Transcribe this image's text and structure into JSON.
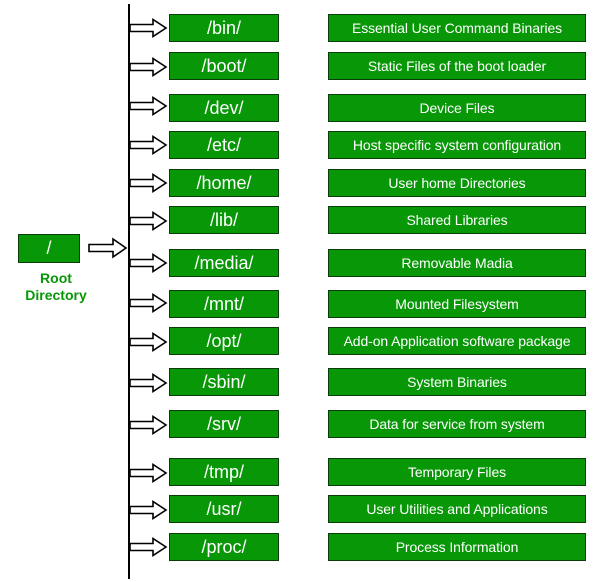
{
  "root": {
    "path": "/",
    "label_line1": "Root",
    "label_line2": "Directory"
  },
  "directories": [
    {
      "path": "/bin/",
      "description": "Essential User Command Binaries"
    },
    {
      "path": "/boot/",
      "description": "Static Files of the boot loader"
    },
    {
      "path": "/dev/",
      "description": "Device Files"
    },
    {
      "path": "/etc/",
      "description": "Host specific system configuration"
    },
    {
      "path": "/home/",
      "description": "User home Directories"
    },
    {
      "path": "/lib/",
      "description": "Shared Libraries"
    },
    {
      "path": "/media/",
      "description": "Removable Madia"
    },
    {
      "path": "/mnt/",
      "description": "Mounted Filesystem"
    },
    {
      "path": "/opt/",
      "description": "Add-on Application software package"
    },
    {
      "path": "/sbin/",
      "description": "System Binaries"
    },
    {
      "path": "/srv/",
      "description": "Data for service from system"
    },
    {
      "path": "/tmp/",
      "description": "Temporary Files"
    },
    {
      "path": "/usr/",
      "description": "User Utilities and Applications"
    },
    {
      "path": "/proc/",
      "description": "Process Information"
    }
  ],
  "colors": {
    "box_fill": "#079707",
    "box_text": "#ffffff",
    "label_text": "#079707",
    "lines": "#000000"
  }
}
